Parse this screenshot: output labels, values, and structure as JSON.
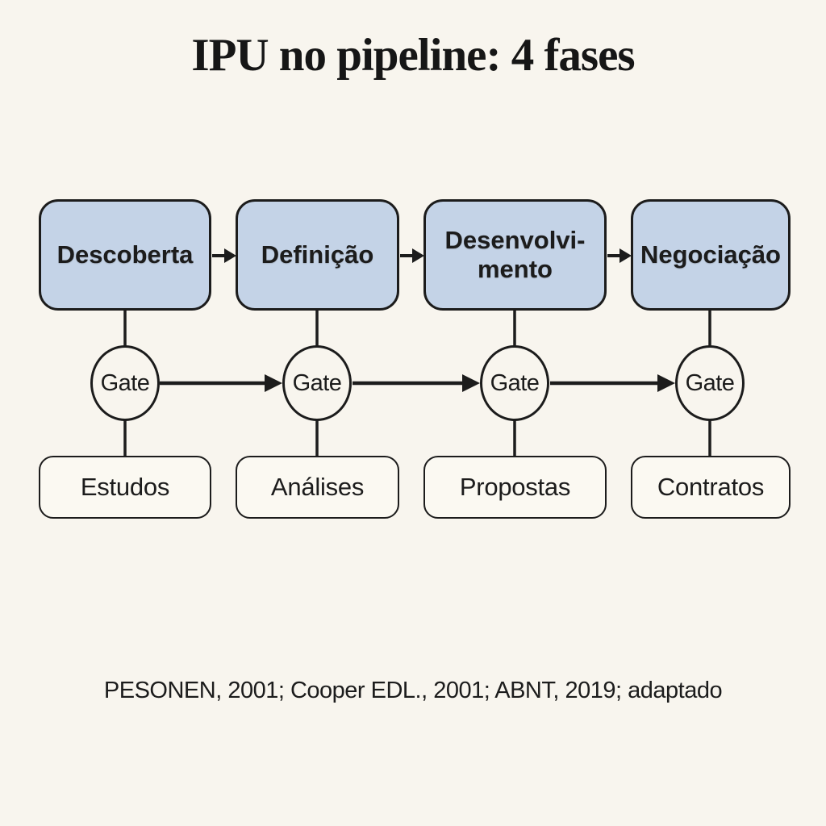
{
  "title": "IPU no pipeline: 4 fases",
  "gate_label": "Gate",
  "phases": [
    {
      "name": "Descoberta",
      "deliverable": "Estudos"
    },
    {
      "name": "Definição",
      "deliverable": "Análises"
    },
    {
      "name": "Desenvolvi-\nmento",
      "deliverable": "Propostas"
    },
    {
      "name": "Negociação",
      "deliverable": "Contratos"
    }
  ],
  "citation": "PESONEN, 2001; Cooper EDL., 2001; ABNT, 2019; adaptado",
  "colors": {
    "background": "#f8f5ee",
    "phase_fill": "#c4d3e7",
    "node_fill": "#fbf9f2",
    "ink": "#1c1c1c"
  }
}
